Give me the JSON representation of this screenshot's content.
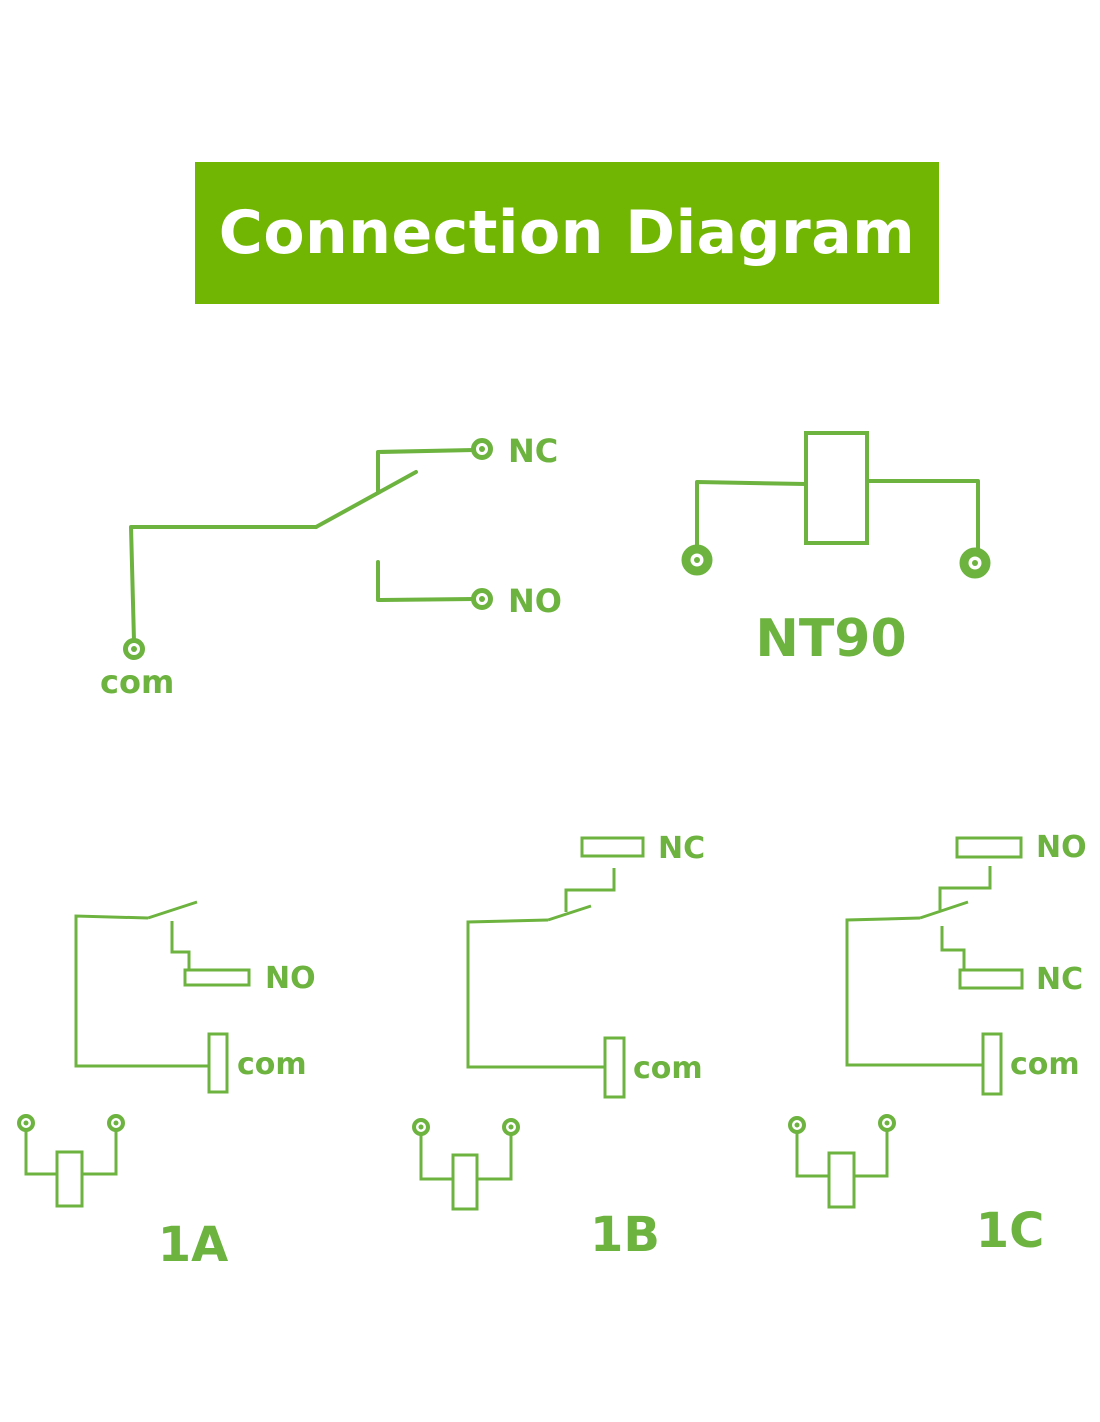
{
  "title": "Connection Diagram",
  "colors": {
    "banner": "#72b604",
    "line": "#6db33f",
    "title_text": "#ffffff"
  },
  "top_switch": {
    "nc_label": "NC",
    "no_label": "NO",
    "com_label": "com"
  },
  "coil": {
    "model_label": "NT90"
  },
  "variants": [
    {
      "name": "1A",
      "upper_label": "",
      "lower_label": "NO",
      "com_label": "com"
    },
    {
      "name": "1B",
      "upper_label": "NC",
      "lower_label": "",
      "com_label": "com"
    },
    {
      "name": "1C",
      "upper_label": "NO",
      "lower_label": "NC",
      "com_label": "com"
    }
  ]
}
